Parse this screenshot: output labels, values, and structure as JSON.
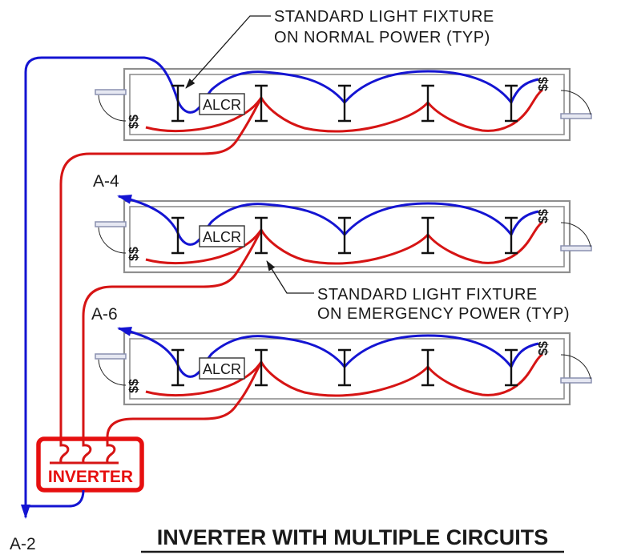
{
  "title": "INVERTER WITH MULTIPLE CIRCUITS",
  "callouts": {
    "normal_line1": "STANDARD LIGHT FIXTURE",
    "normal_line2": "ON NORMAL POWER (TYP)",
    "emergency_line1": "STANDARD LIGHT FIXTURE",
    "emergency_line2": "ON EMERGENCY POWER (TYP)"
  },
  "circuit_labels": {
    "normal_feed_homerun": "A-2",
    "row2_homerun": "A-4",
    "row3_homerun": "A-6"
  },
  "components": {
    "inverter_label": "INVERTER",
    "alcr_label": "ALCR",
    "switch_pair": "$$"
  },
  "colors": {
    "normal_power_blue": "#1414d2",
    "emergency_power_red": "#d61414",
    "inverter_red": "#e60f0f",
    "fixture_outline_gray": "#8f8f8f",
    "door_blue_gray": "#8a90b0",
    "text_black": "#1a1a1a"
  }
}
